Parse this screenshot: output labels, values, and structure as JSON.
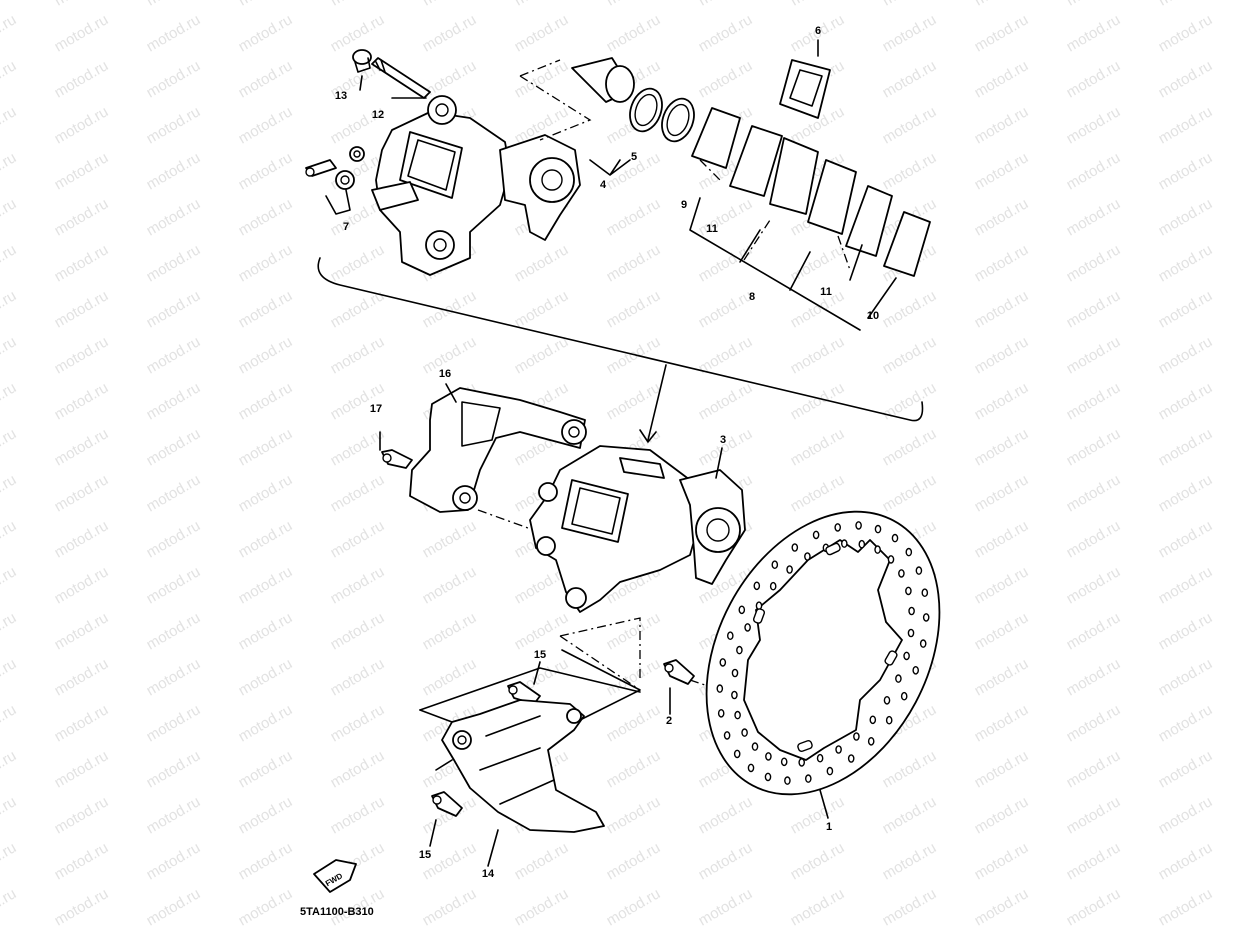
{
  "watermark": "motod.ru",
  "diagram_code": "5TA1100-B310",
  "fwd_label": "FWD",
  "callouts": {
    "c1": "1",
    "c2": "2",
    "c3": "3",
    "c4": "4",
    "c5": "5",
    "c6": "6",
    "c7": "7",
    "c8": "8",
    "c9": "9",
    "c10": "10",
    "c11a": "11",
    "c11b": "11",
    "c12": "12",
    "c13": "13",
    "c14": "14",
    "c15a": "15",
    "c15b": "15",
    "c16": "16",
    "c17": "17"
  }
}
